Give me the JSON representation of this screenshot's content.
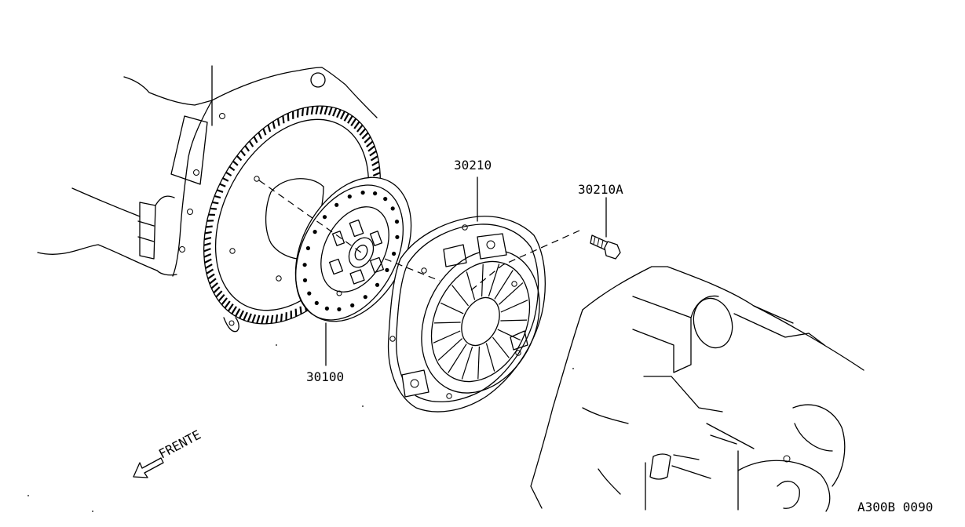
{
  "parts": {
    "disc": {
      "part_number": "30100"
    },
    "cover": {
      "part_number": "30210"
    },
    "bolt": {
      "part_number": "30210A"
    }
  },
  "direction": {
    "label": "FRENTE"
  },
  "drawing": {
    "code": "A300B 0090"
  }
}
